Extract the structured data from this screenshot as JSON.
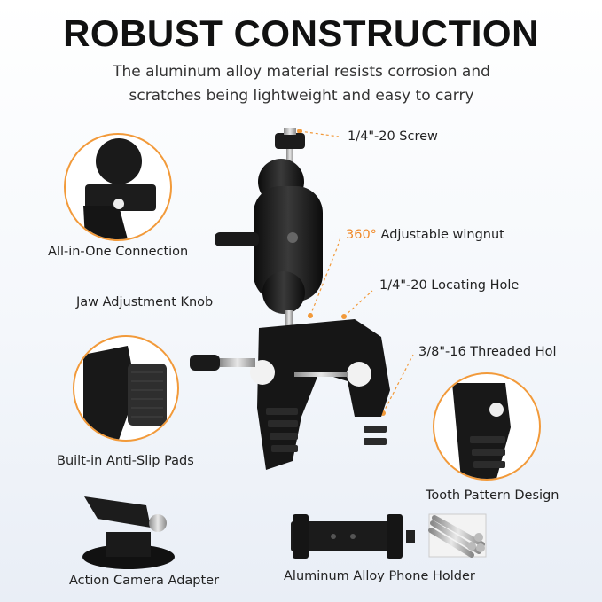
{
  "header": {
    "title": "ROBUST CONSTRUCTION",
    "subtitle_line1": "The aluminum alloy material resists corrosion and",
    "subtitle_line2": "scratches being lightweight and easy to carry"
  },
  "labels": {
    "screw": "1/4\"-20 Screw",
    "wingnut_degree": "360°",
    "wingnut_text": " Adjustable wingnut",
    "locating_hole": "1/4\"-20 Locating Hole",
    "threaded_hole": "3/8\"-16 Threaded Hol",
    "all_in_one": "All-in-One Connection",
    "jaw_knob": "Jaw Adjustment Knob",
    "anti_slip": "Built-in Anti-Slip Pads",
    "tooth_pattern": "Tooth Pattern Design",
    "action_camera": "Action Camera Adapter",
    "phone_holder": "Aluminum Alloy Phone Holder"
  },
  "colors": {
    "accent": "#f08a2a",
    "product": "#151515",
    "circle_border": "#f29a3a"
  },
  "icons": [
    "ball-head-mount-image",
    "clamp-image",
    "action-camera-adapter-image",
    "phone-holder-image",
    "aluminum-rods-image"
  ]
}
